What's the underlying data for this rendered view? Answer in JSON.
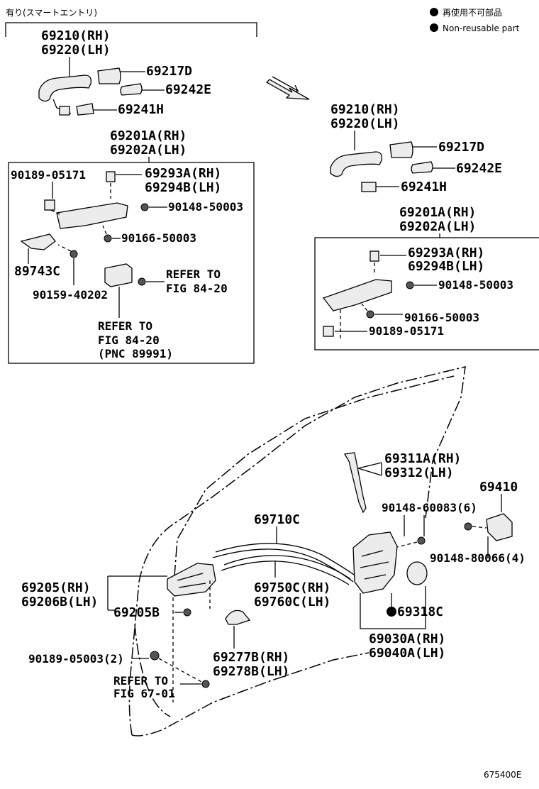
{
  "variant_note": "有り(スマートエントリ)",
  "legend": {
    "jp": "再使用不可部品",
    "en": "Non-reusable part"
  },
  "labels": {
    "a_69210": "69210(RH)",
    "a_69220": "69220(LH)",
    "a_69217D": "69217D",
    "a_69242E": "69242E",
    "a_69241H": "69241H",
    "a_69201A": "69201A(RH)",
    "a_69202A": "69202A(LH)",
    "a_90189_05171": "90189-05171",
    "a_69293A": "69293A(RH)",
    "a_69294B": "69294B(LH)",
    "a_90148_50003": "90148-50003",
    "a_90166_50003": "90166-50003",
    "a_89743C": "89743C",
    "a_90159_40202": "90159-40202",
    "a_refer1": "REFER TO",
    "a_fig1": "FIG 84-20",
    "a_refer2": "REFER TO",
    "a_fig2": "FIG 84-20",
    "a_pnc": "(PNC 89991)",
    "b_69210": "69210(RH)",
    "b_69220": "69220(LH)",
    "b_69217D": "69217D",
    "b_69242E": "69242E",
    "b_69241H": "69241H",
    "b_69201A": "69201A(RH)",
    "b_69202A": "69202A(LH)",
    "b_69293A": "69293A(RH)",
    "b_69294B": "69294B(LH)",
    "b_90148_50003": "90148-50003",
    "b_90166_50003": "90166-50003",
    "b_90189_05171": "90189-05171",
    "c_69311A": "69311A(RH)",
    "c_69312": "69312(LH)",
    "c_69410": "69410",
    "c_90148_60083": "90148-60083(6)",
    "c_69710C": "69710C",
    "c_90148_80066": "90148-80066(4)",
    "c_69205": "69205(RH)",
    "c_69206B": "69206B(LH)",
    "c_69205B": "69205B",
    "c_69750C": "69750C(RH)",
    "c_69760C": "69760C(LH)",
    "c_69318C": "69318C",
    "c_69030A": "69030A(RH)",
    "c_69040A": "69040A(LH)",
    "c_90189_05003": "90189-05003(2)",
    "c_69277B": "69277B(RH)",
    "c_69278B": "69278B(LH)",
    "c_refer3": "REFER TO",
    "c_fig3": "FIG 67-01",
    "figure_id": "675400E"
  }
}
